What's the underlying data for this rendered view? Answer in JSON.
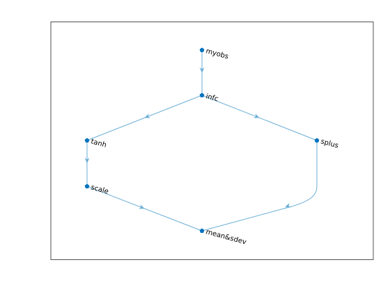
{
  "graph": {
    "nodes": [
      {
        "id": "myobs",
        "label": "myobs"
      },
      {
        "id": "infc",
        "label": "infc"
      },
      {
        "id": "tanh",
        "label": "tanh"
      },
      {
        "id": "splus",
        "label": "splus"
      },
      {
        "id": "scale",
        "label": "scale"
      },
      {
        "id": "meansdev",
        "label": "mean&sdev"
      }
    ],
    "edges": [
      {
        "from": "myobs",
        "to": "infc"
      },
      {
        "from": "infc",
        "to": "tanh"
      },
      {
        "from": "infc",
        "to": "splus"
      },
      {
        "from": "tanh",
        "to": "scale"
      },
      {
        "from": "scale",
        "to": "meansdev"
      },
      {
        "from": "splus",
        "to": "meansdev"
      }
    ],
    "colors": {
      "node": "#0072bd",
      "edge": "#6aaed6",
      "label": "#000000",
      "axes": "#262626"
    }
  }
}
